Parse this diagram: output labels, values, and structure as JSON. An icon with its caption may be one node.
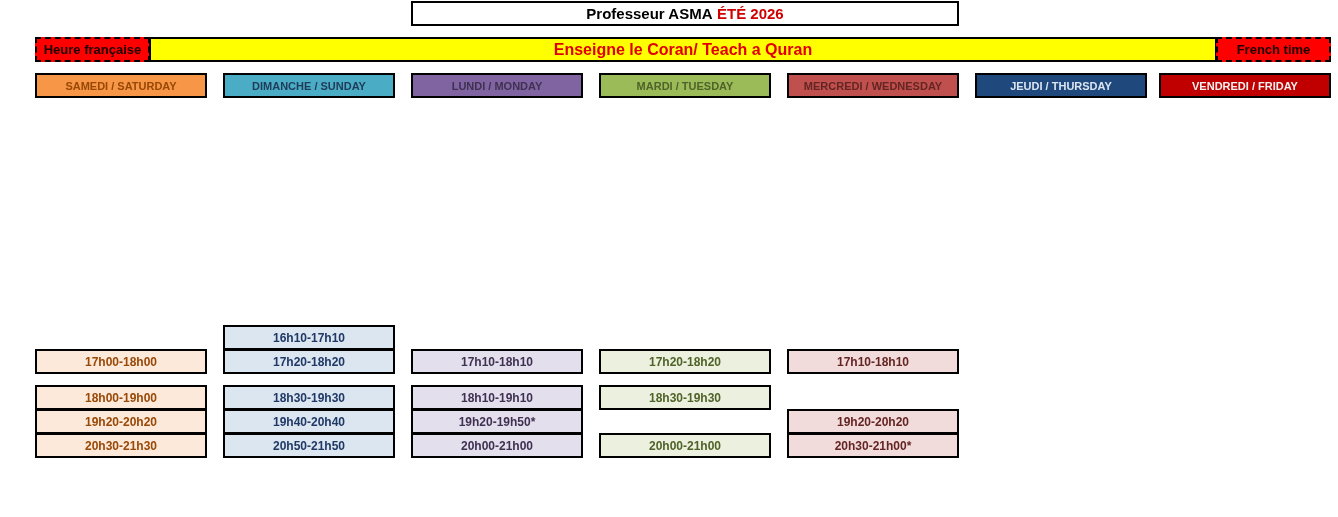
{
  "diagram": {
    "nodes": [
      {
        "text": [
          "Professeur ASMA",
          "ÉTÉ 2026"
        ]
      },
      {
        "text": [
          "Heure française"
        ]
      },
      {
        "text": [
          "Enseigne le Coran/ Teach a Quran"
        ]
      },
      {
        "text": [
          "French time"
        ]
      },
      {
        "text": [
          "SAMEDI / SATURDAY"
        ]
      },
      {
        "text": [
          "DIMANCHE / SUNDAY"
        ]
      },
      {
        "text": [
          "LUNDI / MONDAY"
        ]
      },
      {
        "text": [
          "MARDI / TUESDAY"
        ]
      },
      {
        "text": [
          "MERCREDI / WEDNESDAY"
        ]
      },
      {
        "text": [
          "JEUDI / THURSDAY"
        ]
      },
      {
        "text": [
          "VENDREDI / FRIDAY"
        ]
      },
      {
        "text": [
          "16h10-17h10"
        ]
      },
      {
        "text": [
          "17h00-18h00"
        ]
      },
      {
        "text": [
          "17h20-18h20"
        ]
      },
      {
        "text": [
          "17h10-18h10"
        ]
      },
      {
        "text": [
          "17h20-18h20"
        ]
      },
      {
        "text": [
          "17h10-18h10"
        ]
      },
      {
        "text": [
          "18h00-19h00"
        ]
      },
      {
        "text": [
          "18h30-19h30"
        ]
      },
      {
        "text": [
          "18h10-19h10"
        ]
      },
      {
        "text": [
          "18h30-19h30"
        ]
      },
      {
        "text": [
          "19h20-20h20"
        ]
      },
      {
        "text": [
          "19h40-20h40"
        ]
      },
      {
        "text": [
          "19h20-19h50*"
        ]
      },
      {
        "text": [
          "19h20-20h20"
        ]
      },
      {
        "text": [
          "20h30-21h30"
        ]
      },
      {
        "text": [
          "20h50-21h50"
        ]
      },
      {
        "text": [
          "20h00-21h00"
        ]
      },
      {
        "text": [
          "20h00-21h00"
        ]
      },
      {
        "text": [
          "20h30-21h00*"
        ]
      }
    ]
  }
}
